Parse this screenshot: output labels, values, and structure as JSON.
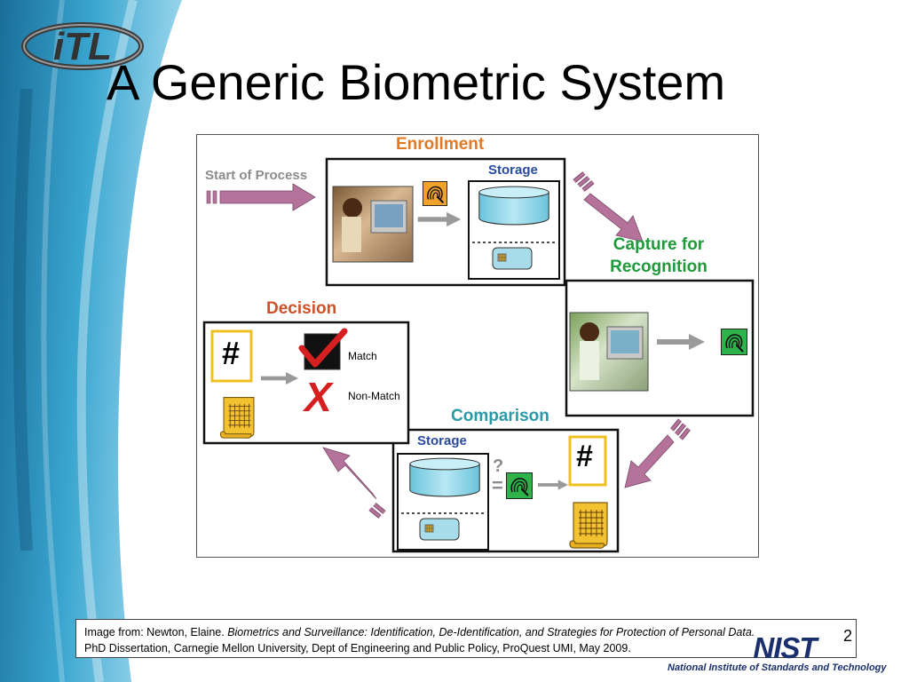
{
  "title": "A Generic Biometric System",
  "logo": {
    "text": "iTL"
  },
  "diagram": {
    "start_label": "Start of Process",
    "enrollment": {
      "title": "Enrollment",
      "storage_label": "Storage"
    },
    "capture": {
      "title_line1": "Capture for",
      "title_line2": "Recognition"
    },
    "decision": {
      "title": "Decision",
      "match_label": "Match",
      "nonmatch_label": "Non-Match",
      "hash_symbol": "#",
      "x_symbol": "X"
    },
    "comparison": {
      "title": "Comparison",
      "storage_label": "Storage",
      "hash_symbol": "#",
      "question_symbol": "?",
      "equals_symbol": "="
    }
  },
  "citation": {
    "line1_prefix": "Image from:  Newton, Elaine. ",
    "line1_italic": "Biometrics and Surveillance:  Identification, De-Identification, and Strategies for Protection of Personal Data.",
    "line2": "PhD Dissertation, Carnegie Mellon University, Dept of Engineering and Public Policy, ProQuest UMI, May 2009."
  },
  "page_number": "2",
  "footer": {
    "nist_logo_text": "NIST",
    "nist_full_name": "National Institute of Standards and Technology"
  },
  "colors": {
    "arrow_pink": "#b5739c",
    "orange_label": "#e07a26",
    "green_label": "#1e9a3a",
    "blue_label": "#2a4aa0",
    "storage_cyan": "#8fd4e6",
    "scroll_yellow": "#f2c230"
  }
}
